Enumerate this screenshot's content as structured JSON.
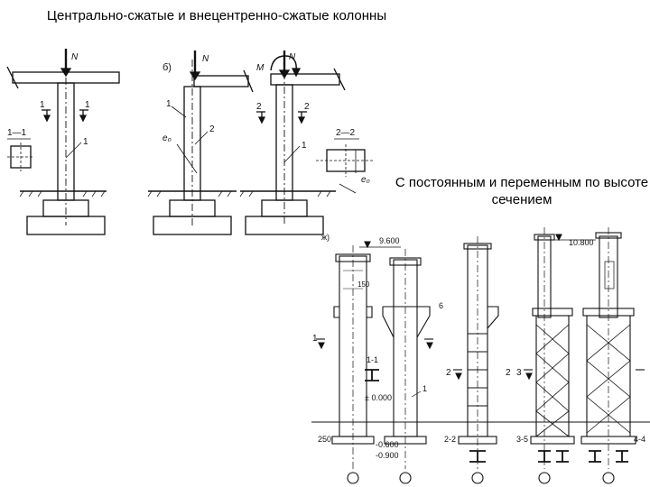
{
  "title": "Центрально-сжатые и внецентренно-сжатые колонны",
  "subtitle": "С постоянным и переменным по высоте сечением",
  "top_diagram": {
    "label_b": "б)",
    "force_n": "N",
    "moment_m": "M",
    "section_1": "1",
    "section_2": "2",
    "section_1_1": "1—1",
    "section_2_2": "2—2",
    "marker_1": "1",
    "marker_2": "2",
    "ecc": "e₀"
  },
  "bottom_diagram": {
    "level_top1": "9.600",
    "level_top2": "10.800",
    "level_zero": "± 0.000",
    "level_base1": "-0.600",
    "level_base2": "-0.900",
    "dim_150": "150",
    "dim_250": "250",
    "sec_1": "1",
    "sec_2": "2",
    "sec_3": "3",
    "sec_11": "1-1",
    "sec_22": "2-2",
    "sec_35": "3-5",
    "sec_44": "4-4",
    "marker_1": "1",
    "marker_6": "6",
    "corner_mark": "ж)"
  }
}
